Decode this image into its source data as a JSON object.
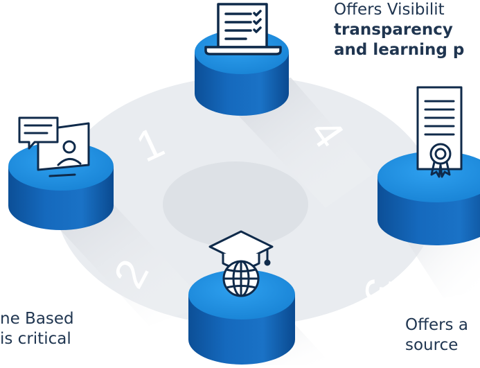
{
  "steps": [
    {
      "number": "1",
      "icon": "online-course-monitor-icon"
    },
    {
      "number": "2",
      "icon": "graduation-globe-icon"
    },
    {
      "number": "3",
      "icon": "certificate-icon"
    },
    {
      "number": "4",
      "icon": "laptop-checklist-icon"
    }
  ],
  "texts": {
    "top_right_line1": "Offers Visibilit",
    "top_right_line2": "transparency",
    "top_right_line3": "and learning p",
    "bottom_left_line1": "ne Based",
    "bottom_left_line2": "is critical",
    "bottom_right_line1": "Offers a",
    "bottom_right_line2": "source"
  },
  "colors": {
    "cylinder_top": "#1d8ee0",
    "cylinder_side": "#0d5aa8",
    "ring": "#e8ebf0",
    "inner_disc": "#dfe3e8",
    "icon_stroke": "#0f2a4a",
    "text": "#1f3550"
  }
}
